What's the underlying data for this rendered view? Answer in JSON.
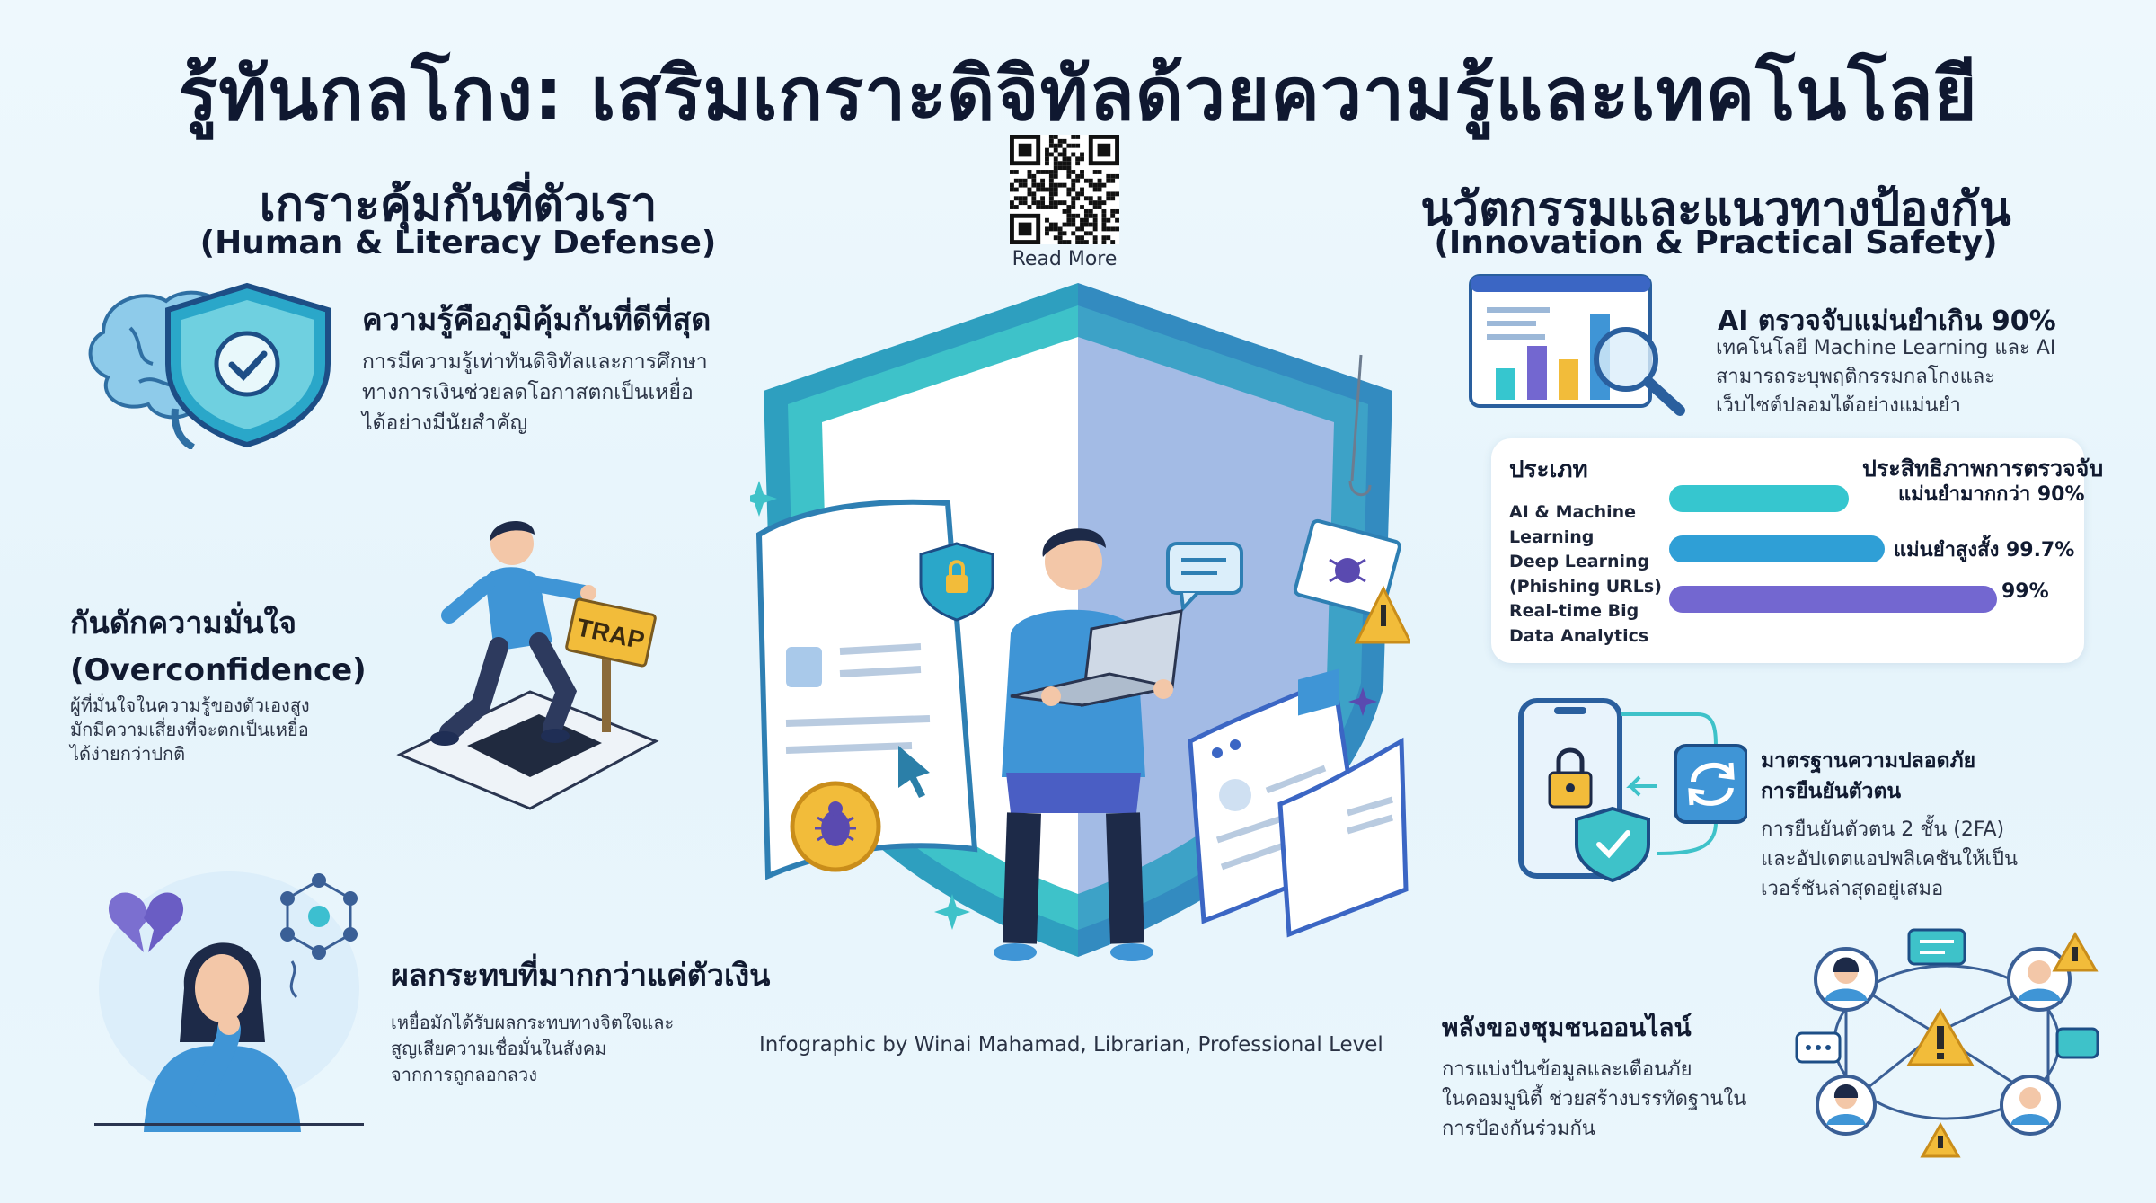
{
  "title": "รู้ทันกลโกง: เสริมเกราะดิจิทัลด้วยความรู้และเทคโนโลยี",
  "qr": {
    "label": "Read More"
  },
  "credit": "Infographic by Winai Mahamad, Librarian, Professional Level",
  "left": {
    "title": "เกราะคุ้มกันที่ตัวเรา",
    "subtitle": "(Human & Literacy Defense)",
    "items": [
      {
        "heading": "ความรู้คือภูมิคุ้มกันที่ดีที่สุด",
        "lines": [
          "การมีความรู้เท่าทันดิจิทัลและการศึกษา",
          "ทางการเงินช่วยลดโอกาสตกเป็นเหยื่อ",
          "ได้อย่างมีนัยสำคัญ"
        ]
      },
      {
        "heading_line1": "กันดักความมั่นใจ",
        "heading_line2": "(Overconfidence)",
        "lines": [
          "ผู้ที่มั่นใจในความรู้ของตัวเองสูง",
          "มักมีความเสี่ยงที่จะตกเป็นเหยื่อ",
          "ได้ง่ายกว่าปกติ"
        ],
        "sign": "TRAP"
      },
      {
        "heading": "ผลกระทบที่มากกว่าแค่ตัวเงิน",
        "lines": [
          "เหยื่อมักได้รับผลกระทบทางจิตใจและ",
          "สูญเสียความเชื่อมั่นในสังคม",
          "จากการถูกลอกลวง"
        ]
      }
    ]
  },
  "right": {
    "title": "นวัตกรรมและแนวทางป้องกัน",
    "subtitle": "(Innovation & Practical Safety)",
    "ai": {
      "heading": "AI ตรวจจับแม่นยำเกิน 90%",
      "lines": [
        "เทคโนโลยี Machine Learning และ AI",
        "สามารถระบุพฤติกรรมกลโกงและ",
        "เว็บไซต์ปลอมได้อย่างแม่นยำ"
      ]
    },
    "table": {
      "col1": "ประเภท",
      "col2": "ประสิทธิภาพการตรวจจับ",
      "categories": [
        "AI & Machine",
        "Learning",
        "Deep Learning",
        "(Phishing URLs)",
        "Real-time Big",
        "Data Analytics"
      ]
    },
    "security": {
      "heading_line1": "มาตรฐานความปลอดภัย",
      "heading_line2": "การยืนยันตัวตน",
      "lines": [
        "การยืนยันตัวตน 2 ชั้น (2FA)",
        "และอัปเดตแอปพลิเคชันให้เป็น",
        "เวอร์ชันล่าสุดอยู่เสมอ"
      ]
    },
    "community": {
      "heading": "พลังของชุมชนออนไลน์",
      "lines": [
        "การแบ่งปันข้อมูลและเตือนภัย",
        "ในคอมมูนิตี้ ช่วยสร้างบรรทัดฐานใน",
        "การป้องกันร่วมกัน"
      ]
    }
  },
  "chart_data": {
    "type": "bar",
    "orientation": "horizontal",
    "categories": [
      "AI & Machine Learning",
      "Deep Learning (Phishing URLs)",
      "Real-time Big Data Analytics"
    ],
    "values": [
      90,
      99.7,
      99
    ],
    "value_labels": [
      "แม่นยำมากกว่า 90%",
      "แม่นยำสูงสั้ง 99.7%",
      "99%"
    ],
    "colors": [
      "#36c6cf",
      "#2f9fd6",
      "#7367d0"
    ],
    "xlim": [
      0,
      100
    ],
    "title": "",
    "xlabel": "ประสิทธิภาพการตรวจจับ",
    "ylabel": "ประเภท"
  }
}
